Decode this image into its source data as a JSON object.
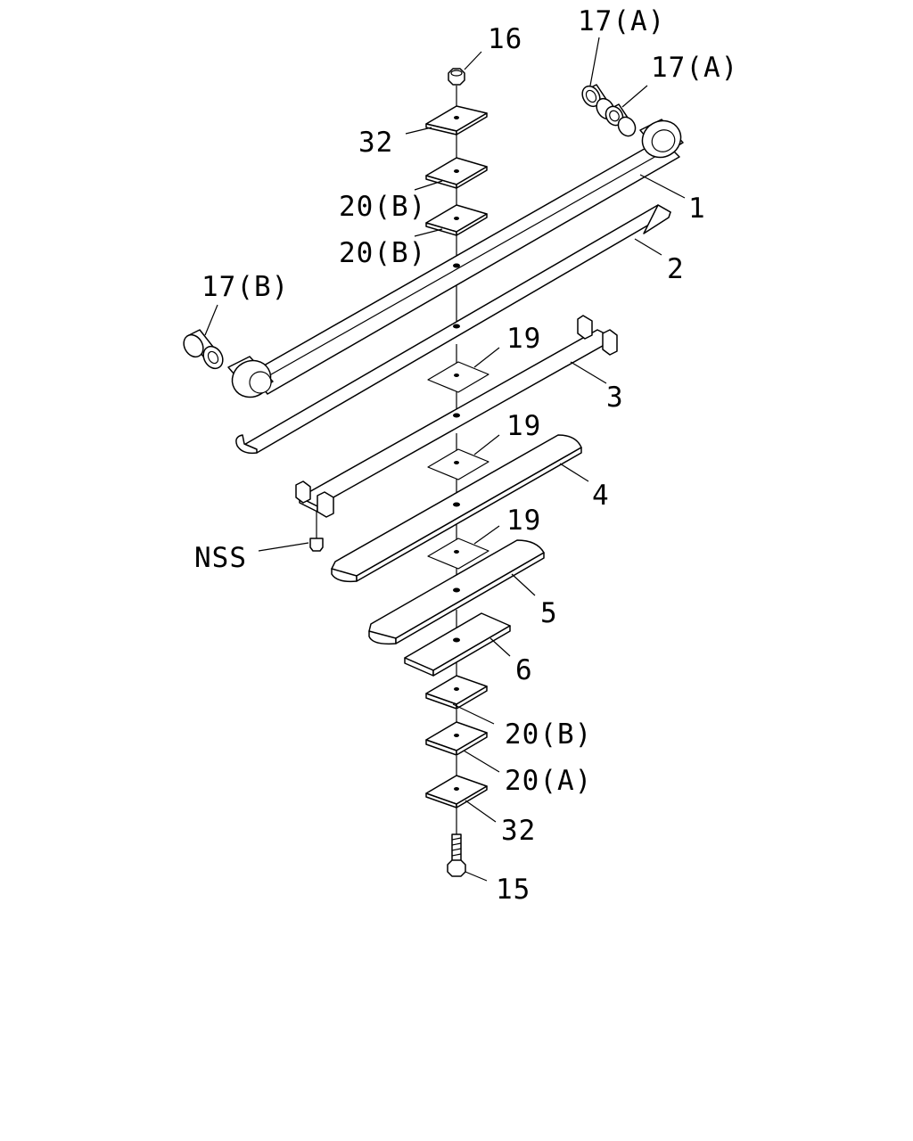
{
  "callouts": {
    "p16": "16",
    "p17a_top": "17(A)",
    "p17a_second": "17(A)",
    "p32_top": "32",
    "p20b_first": "20(B)",
    "p20b_second": "20(B)",
    "p1": "1",
    "p2": "2",
    "p17b": "17(B)",
    "p19_first": "19",
    "p3": "3",
    "p19_second": "19",
    "p4": "4",
    "nss": "NSS",
    "p19_third": "19",
    "p5": "5",
    "p6": "6",
    "p20b_bottom": "20(B)",
    "p20a_bottom": "20(A)",
    "p32_bottom": "32",
    "p15": "15"
  },
  "colors": {
    "line": "#000000",
    "background": "#ffffff"
  }
}
